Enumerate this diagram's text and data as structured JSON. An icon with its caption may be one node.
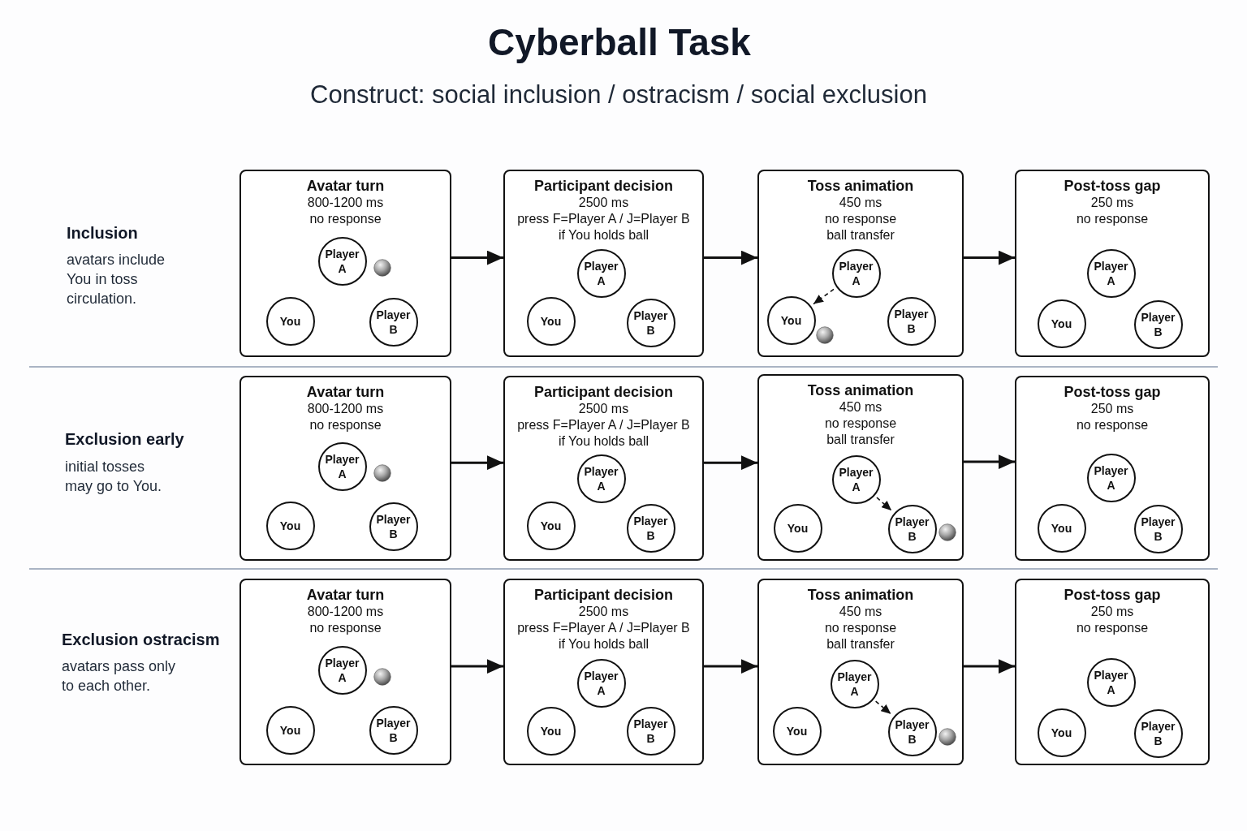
{
  "diagram": {
    "title": "Cyberball Task",
    "nodes": [
      {
        "text": [
          "Avatar turn",
          "800-1200 ms",
          "no response"
        ]
      },
      {
        "text": [
          "Player A"
        ],
        "in": 0
      },
      {
        "text": [
          "You"
        ],
        "in": 0
      },
      {
        "text": [
          "Player B"
        ],
        "in": 0
      },
      {
        "text": [
          "Participant decision",
          "2500 ms",
          "press F=Player A / J=Player B if You holds ball"
        ]
      },
      {
        "text": [
          "Player A"
        ],
        "in": 4
      },
      {
        "text": [
          "You"
        ],
        "in": 4
      },
      {
        "text": [
          "Player B"
        ],
        "in": 4
      },
      {
        "text": [
          "Toss animation",
          "450 ms",
          "no response",
          "ball transfer"
        ]
      },
      {
        "text": [
          "Player A"
        ],
        "in": 8
      },
      {
        "text": [
          "You"
        ],
        "in": 8
      },
      {
        "text": [
          "Player B"
        ],
        "in": 8
      },
      {
        "text": [
          "Post-toss gap",
          "250 ms",
          "no response"
        ]
      },
      {
        "text": [
          "Player A"
        ],
        "in": 12
      },
      {
        "text": [
          "You"
        ],
        "in": 12
      },
      {
        "text": [
          "Player B"
        ],
        "in": 12
      },
      {
        "text": [
          "Avatar turn",
          "800-1200 ms",
          "no response"
        ]
      },
      {
        "text": [
          "Player A"
        ],
        "in": 16
      },
      {
        "text": [
          "You"
        ],
        "in": 16
      },
      {
        "text": [
          "Player B"
        ],
        "in": 16
      },
      {
        "text": [
          "Participant decision",
          "2500 ms",
          "press F=Player A / J=Player B if You holds ball"
        ]
      },
      {
        "text": [
          "Player A"
        ],
        "in": 20
      },
      {
        "text": [
          "You"
        ],
        "in": 20
      },
      {
        "text": [
          "Player B"
        ],
        "in": 20
      },
      {
        "text": [
          "Toss animation",
          "450 ms",
          "no response",
          "ball transfer"
        ]
      },
      {
        "text": [
          "Player A"
        ],
        "in": 24
      },
      {
        "text": [
          "You"
        ],
        "in": 24
      },
      {
        "text": [
          "Player B"
        ],
        "in": 24
      },
      {
        "text": [
          "Post-toss gap",
          "250 ms",
          "no response"
        ]
      },
      {
        "text": [
          "Player A"
        ],
        "in": 28
      },
      {
        "text": [
          "You"
        ],
        "in": 28
      },
      {
        "text": [
          "Player B"
        ],
        "in": 28
      },
      {
        "text": [
          "Avatar turn",
          "800-1200 ms",
          "no response"
        ]
      },
      {
        "text": [
          "Player A"
        ],
        "in": 32
      },
      {
        "text": [
          "You"
        ],
        "in": 32
      },
      {
        "text": [
          "Player B"
        ],
        "in": 32
      },
      {
        "text": [
          "Participant decision",
          "2500 ms",
          "press F=Player A / J=Player B if You holds ball"
        ]
      },
      {
        "text": [
          "Player A"
        ],
        "in": 36
      },
      {
        "text": [
          "You"
        ],
        "in": 36
      },
      {
        "text": [
          "Player B"
        ],
        "in": 36
      },
      {
        "text": [
          "Toss animation",
          "450 ms",
          "no response",
          "ball transfer"
        ]
      },
      {
        "text": [
          "Player A"
        ],
        "in": 40
      },
      {
        "text": [
          "You"
        ],
        "in": 40
      },
      {
        "text": [
          "Player B"
        ],
        "in": 40
      },
      {
        "text": [
          "Post-toss gap",
          "250 ms",
          "no response"
        ]
      },
      {
        "text": [
          "Player A"
        ],
        "in": 44
      },
      {
        "text": [
          "You"
        ],
        "in": 44
      },
      {
        "text": [
          "Player B"
        ],
        "in": 44
      }
    ],
    "edges": [
      {
        "from": 0,
        "to": 4,
        "arrow": "to"
      },
      {
        "from": 4,
        "to": 8,
        "arrow": "to"
      },
      {
        "from": 8,
        "to": 12,
        "arrow": "to"
      },
      {
        "from": 9,
        "to": 10,
        "arrow": "to",
        "style": "dashed"
      },
      {
        "from": 16,
        "to": 20,
        "arrow": "to"
      },
      {
        "from": 20,
        "to": 24,
        "arrow": "to"
      },
      {
        "from": 24,
        "to": 28,
        "arrow": "to"
      },
      {
        "from": 25,
        "to": 27,
        "arrow": "to",
        "style": "dashed"
      },
      {
        "from": 32,
        "to": 36,
        "arrow": "to"
      },
      {
        "from": 36,
        "to": 40,
        "arrow": "to"
      },
      {
        "from": 40,
        "to": 44,
        "arrow": "to"
      },
      {
        "from": 41,
        "to": 43,
        "arrow": "to",
        "style": "dashed"
      }
    ],
    "labels": [
      "Construct: social inclusion / ostracism / social exclusion",
      "Inclusion",
      "avatars include You in toss circulation.",
      "Exclusion early",
      "initial tosses may go to You.",
      "Exclusion ostracism",
      "avatars pass only to each other."
    ]
  }
}
